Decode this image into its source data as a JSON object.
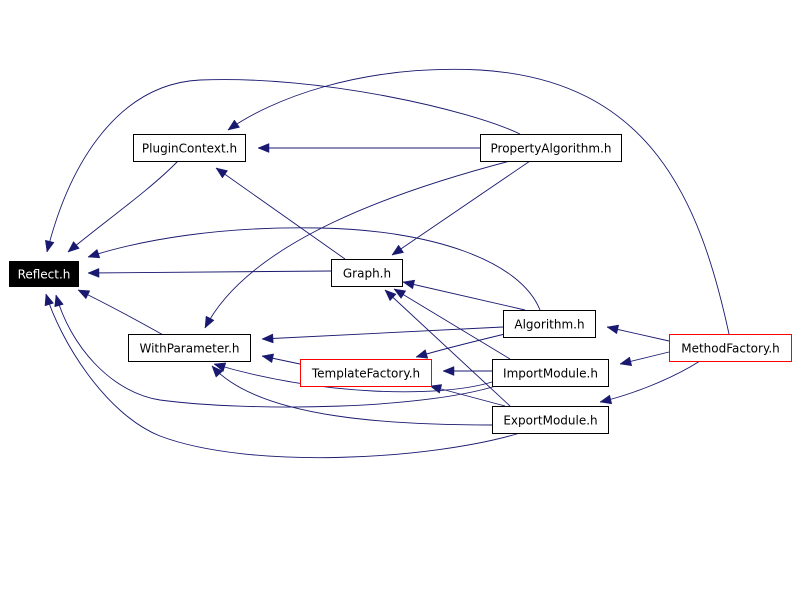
{
  "diagram": {
    "type": "include-dependency-graph",
    "colors": {
      "edge": "#191970",
      "node_border": "#000000",
      "node_border_truncated": "#ff0000",
      "root_fill": "#000000",
      "root_text": "#ffffff",
      "node_fill": "#ffffff",
      "node_text": "#000000"
    },
    "nodes": [
      {
        "id": "reflect",
        "label": "Reflect.h",
        "style": "root"
      },
      {
        "id": "plugincontext",
        "label": "PluginContext.h",
        "style": "normal"
      },
      {
        "id": "propertyalgorithm",
        "label": "PropertyAlgorithm.h",
        "style": "normal"
      },
      {
        "id": "graph",
        "label": "Graph.h",
        "style": "normal"
      },
      {
        "id": "withparameter",
        "label": "WithParameter.h",
        "style": "normal"
      },
      {
        "id": "algorithm",
        "label": "Algorithm.h",
        "style": "normal"
      },
      {
        "id": "templatefactory",
        "label": "TemplateFactory.h",
        "style": "truncated"
      },
      {
        "id": "importmodule",
        "label": "ImportModule.h",
        "style": "normal"
      },
      {
        "id": "exportmodule",
        "label": "ExportModule.h",
        "style": "normal"
      },
      {
        "id": "methodfactory",
        "label": "MethodFactory.h",
        "style": "truncated"
      }
    ],
    "edges": [
      {
        "from": "plugincontext",
        "to": "reflect"
      },
      {
        "from": "graph",
        "to": "reflect"
      },
      {
        "from": "withparameter",
        "to": "reflect"
      },
      {
        "from": "algorithm",
        "to": "reflect"
      },
      {
        "from": "importmodule",
        "to": "reflect"
      },
      {
        "from": "exportmodule",
        "to": "reflect"
      },
      {
        "from": "propertyalgorithm",
        "to": "reflect"
      },
      {
        "from": "propertyalgorithm",
        "to": "plugincontext"
      },
      {
        "from": "methodfactory",
        "to": "plugincontext"
      },
      {
        "from": "graph",
        "to": "plugincontext"
      },
      {
        "from": "propertyalgorithm",
        "to": "graph"
      },
      {
        "from": "algorithm",
        "to": "graph"
      },
      {
        "from": "importmodule",
        "to": "graph"
      },
      {
        "from": "exportmodule",
        "to": "graph"
      },
      {
        "from": "propertyalgorithm",
        "to": "withparameter"
      },
      {
        "from": "algorithm",
        "to": "withparameter"
      },
      {
        "from": "templatefactory",
        "to": "withparameter"
      },
      {
        "from": "importmodule",
        "to": "withparameter"
      },
      {
        "from": "exportmodule",
        "to": "withparameter"
      },
      {
        "from": "algorithm",
        "to": "templatefactory"
      },
      {
        "from": "importmodule",
        "to": "templatefactory"
      },
      {
        "from": "exportmodule",
        "to": "templatefactory"
      },
      {
        "from": "methodfactory",
        "to": "algorithm"
      },
      {
        "from": "methodfactory",
        "to": "importmodule"
      },
      {
        "from": "methodfactory",
        "to": "exportmodule"
      }
    ]
  }
}
